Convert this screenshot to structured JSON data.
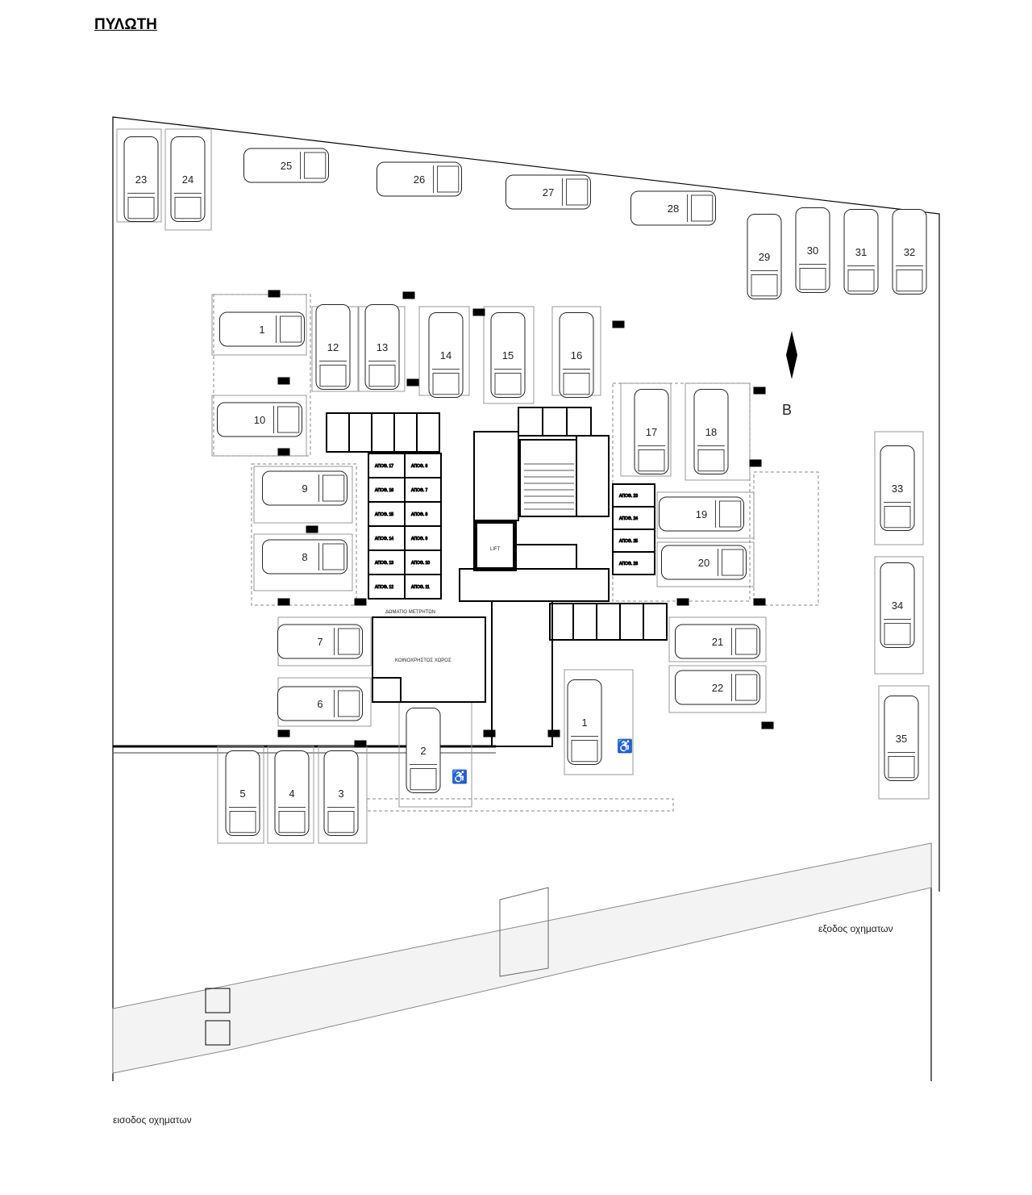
{
  "title": "ΠΥΛΩΤΗ",
  "north_label": "Β",
  "exit_label": "εξοδος οχηματων",
  "entrance_label": "εισοδος οχηματων",
  "lift_label": "LIFT",
  "rooms": {
    "meter_room": "ΔΩΜΑΤΙΟ ΜΕΤΡΗΤΩΝ",
    "common_area": "ΚΟΙΝΟΧΡΗΣΤΟΣ ΧΩΡΟΣ"
  },
  "storage_left_column": [
    "ΑΠΟΘ. 17",
    "ΑΠΟΘ. 16",
    "ΑΠΟΘ. 15",
    "ΑΠΟΘ. 14",
    "ΑΠΟΘ. 13",
    "ΑΠΟΘ. 12"
  ],
  "storage_right_column": [
    "ΑΠΟΘ. 6",
    "ΑΠΟΘ. 7",
    "ΑΠΟΘ. 8",
    "ΑΠΟΘ. 9",
    "ΑΠΟΘ. 10",
    "ΑΠΟΘ. 11"
  ],
  "storage_east": [
    "ΑΠΟΘ. 23",
    "ΑΠΟΘ. 24",
    "ΑΠΟΘ. 25",
    "ΑΠΟΘ. 26"
  ],
  "parking_spaces": [
    "23",
    "24",
    "25",
    "26",
    "27",
    "28",
    "29",
    "30",
    "31",
    "32",
    "1",
    "12",
    "13",
    "14",
    "15",
    "16",
    "10",
    "17",
    "18",
    "9",
    "8",
    "19",
    "20",
    "7",
    "6",
    "21",
    "22",
    "5",
    "4",
    "3",
    "2",
    "1",
    "33",
    "34",
    "35"
  ],
  "accessible_spaces": [
    "2",
    "1"
  ],
  "colors": {
    "line": "#000000",
    "light_line": "#888888",
    "hatch": "#bbbbbb"
  }
}
